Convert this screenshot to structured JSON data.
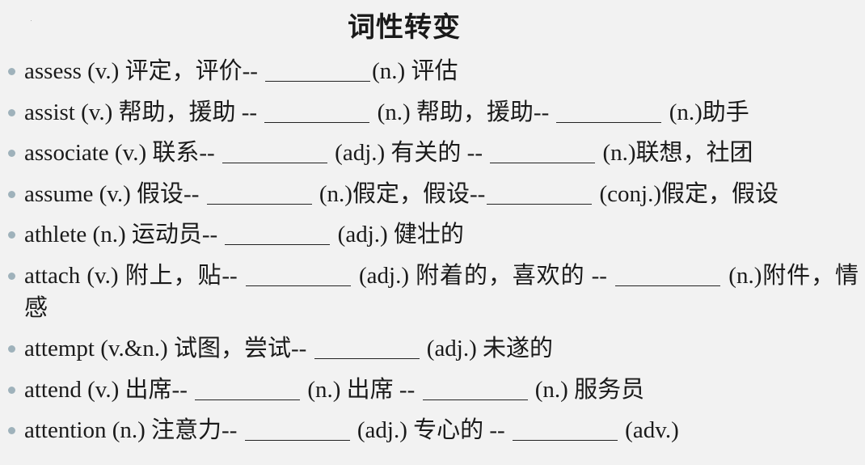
{
  "title": "词性转变",
  "bullet_color": "#9fb2bb",
  "background_color": "#f2f2f2",
  "items": [
    {
      "parts": [
        "assess (v.) 评定，评价-- ",
        "(n.) 评估"
      ]
    },
    {
      "parts": [
        "assist (v.) 帮助，援助 -- ",
        " (n.) 帮助，援助-- ",
        " (n.)助手"
      ]
    },
    {
      "parts": [
        "associate (v.) 联系-- ",
        " (adj.) 有关的 -- ",
        " (n.)联想，社团"
      ]
    },
    {
      "parts": [
        "assume (v.) 假设-- ",
        " (n.)假定，假设--",
        " (conj.)假定，假设"
      ]
    },
    {
      "parts": [
        "athlete (n.) 运动员-- ",
        " (adj.) 健壮的"
      ]
    },
    {
      "parts": [
        "attach (v.) 附上，贴-- ",
        " (adj.) 附着的，喜欢的 -- ",
        " (n.)附件，情感"
      ]
    },
    {
      "parts": [
        "attempt (v.&n.) 试图，尝试-- ",
        " (adj.) 未遂的"
      ]
    },
    {
      "parts": [
        "attend (v.) 出席-- ",
        " (n.) 出席 -- ",
        " (n.) 服务员"
      ]
    },
    {
      "parts": [
        "attention (n.) 注意力-- ",
        " (adj.) 专心的 -- ",
        " (adv.)"
      ]
    }
  ]
}
